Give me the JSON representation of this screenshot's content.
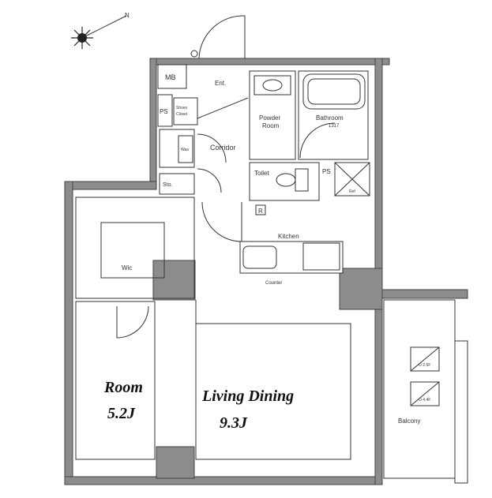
{
  "compass": {
    "north_mark": "N",
    "icon": "compass-rose-icon"
  },
  "rooms": {
    "room": {
      "name": "Room",
      "size": "5.2J"
    },
    "living": {
      "name": "Living Dining",
      "size": "9.3J"
    },
    "kitchen": "Kitchen",
    "bathroom": "Bathroom",
    "bathroom_size": "1317",
    "powder": "Powder",
    "powder_line2": "Room",
    "toilet": "Toilet",
    "corridor": "Corridor",
    "entrance": "Ent.",
    "shoes": "Shoes",
    "shoes_line2": "Closet",
    "wic": "Wic",
    "sto": "Sto.",
    "balcony": "Balcony",
    "mb": "MB",
    "ps_left": "PS",
    "ps_right": "PS",
    "wash": "Was",
    "counter": "Counter",
    "ref": "Ref",
    "r_mark": "R"
  },
  "outdoor_units": [
    "O 2.5F",
    "O 4.4F"
  ]
}
